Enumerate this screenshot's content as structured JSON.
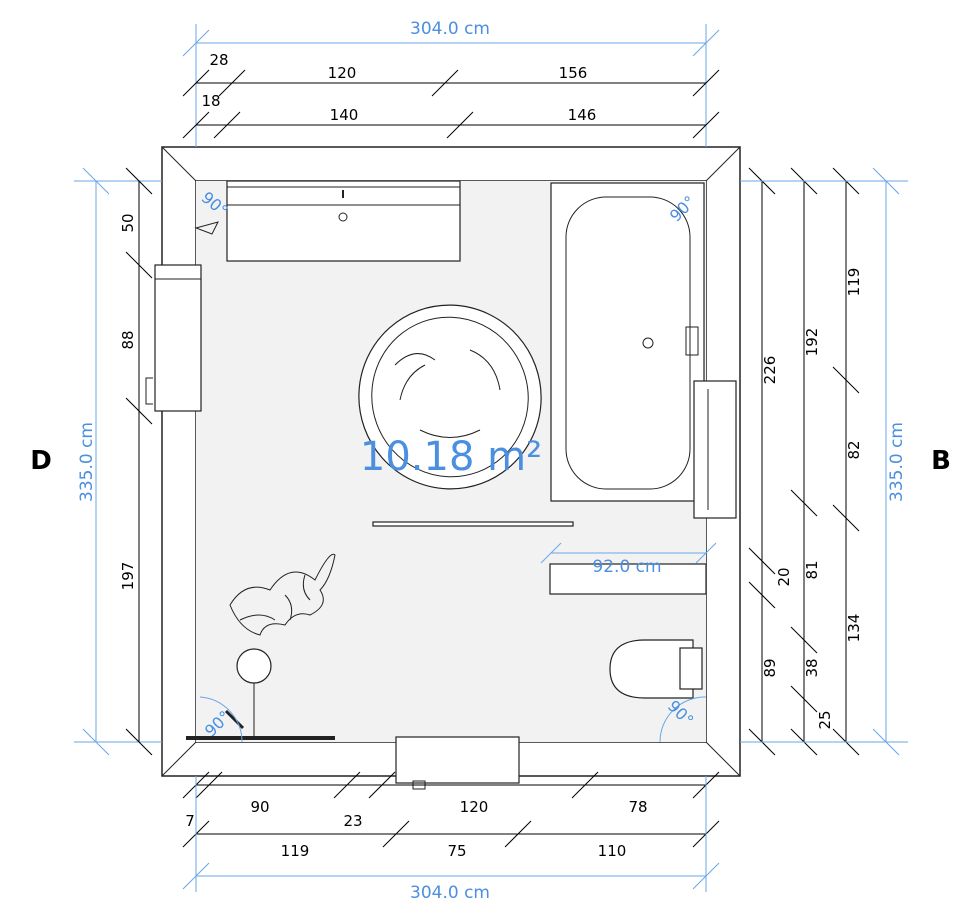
{
  "area": "10.18 m²",
  "wall_labels": {
    "left": "D",
    "right": "B"
  },
  "top": {
    "overall": "304.0 cm",
    "row1": {
      "a": "28",
      "b": "120",
      "c": "156"
    },
    "row2": {
      "a": "18",
      "b": "140",
      "c": "146"
    }
  },
  "bottom": {
    "overall": "304.0 cm",
    "row1": {
      "a": "7",
      "b": "90",
      "c": "23",
      "d": "120",
      "e": "78"
    },
    "row2": {
      "a": "119",
      "b": "75",
      "c": "110"
    }
  },
  "left": {
    "overall": "335.0 cm",
    "segments": {
      "a": "50",
      "b": "88",
      "c": "197"
    }
  },
  "right": {
    "overall": "335.0 cm",
    "col1": {
      "a": "226",
      "b": "20",
      "c": "89"
    },
    "col2": {
      "a": "192",
      "b": "81",
      "c": "38",
      "d": "25"
    },
    "col3": {
      "a": "119",
      "b": "82",
      "c": "134"
    }
  },
  "inner_dim": "92.0 cm",
  "angles": {
    "top_left": "90°",
    "top_right": "90°",
    "bottom_left": "90°",
    "bottom_right": "90°"
  }
}
